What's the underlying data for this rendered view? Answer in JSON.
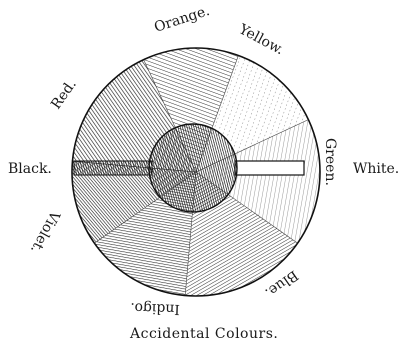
{
  "figure": {
    "caption": "Accidental Colours.",
    "labels": {
      "orange": "Orange.",
      "yellow": "Yellow.",
      "red": "Red.",
      "green": "Green.",
      "white": "White.",
      "black": "Black.",
      "violet": "Violet.",
      "indigo": "Indigo.",
      "blue": "Blue."
    }
  }
}
